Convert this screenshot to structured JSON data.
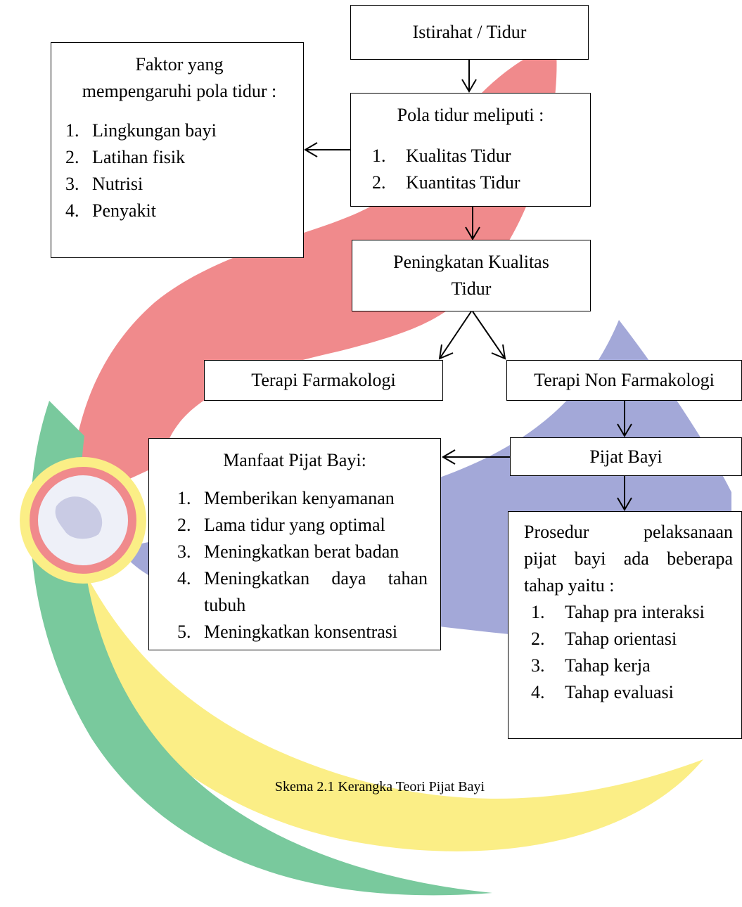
{
  "nodes": {
    "istirahat": {
      "label": "Istirahat / Tidur"
    },
    "pola": {
      "title": "Pola tidur meliputi :",
      "items": [
        "Kualitas Tidur",
        "Kuantitas Tidur"
      ]
    },
    "faktor": {
      "title_line1": "Faktor yang",
      "title_line2": "mempengaruhi pola tidur :",
      "items": [
        "Lingkungan bayi",
        "Latihan fisik",
        "Nutrisi",
        "Penyakit"
      ]
    },
    "peningkatan": {
      "line1": "Peningkatan Kualitas",
      "line2": "Tidur"
    },
    "farmakologi": {
      "label": "Terapi Farmakologi"
    },
    "non_farmakologi": {
      "label": "Terapi Non Farmakologi"
    },
    "pijat": {
      "label": "Pijat Bayi"
    },
    "manfaat": {
      "title": "Manfaat Pijat Bayi:",
      "items": [
        "Memberikan kenyamanan",
        "Lama tidur yang optimal",
        "Meningkatkan berat badan",
        "Meningkatkan daya tahan tubuh",
        "Meningkatkan konsentrasi"
      ]
    },
    "prosedur": {
      "intro_w1": "Prosedur",
      "intro_w2": "pelaksanaan",
      "intro_line2": "pijat bayi ada beberapa",
      "intro_line3": "tahap yaitu :",
      "items": [
        "Tahap pra interaksi",
        "Tahap orientasi",
        "Tahap kerja",
        "Tahap evaluasi"
      ]
    }
  },
  "caption": "Skema 2.1 Kerangka Teori Pijat Bayi",
  "watermark": {
    "colors": {
      "red": "#f08a8c",
      "blue": "#a3a8d8",
      "yellow": "#fbee86",
      "green": "#79c99d"
    }
  }
}
